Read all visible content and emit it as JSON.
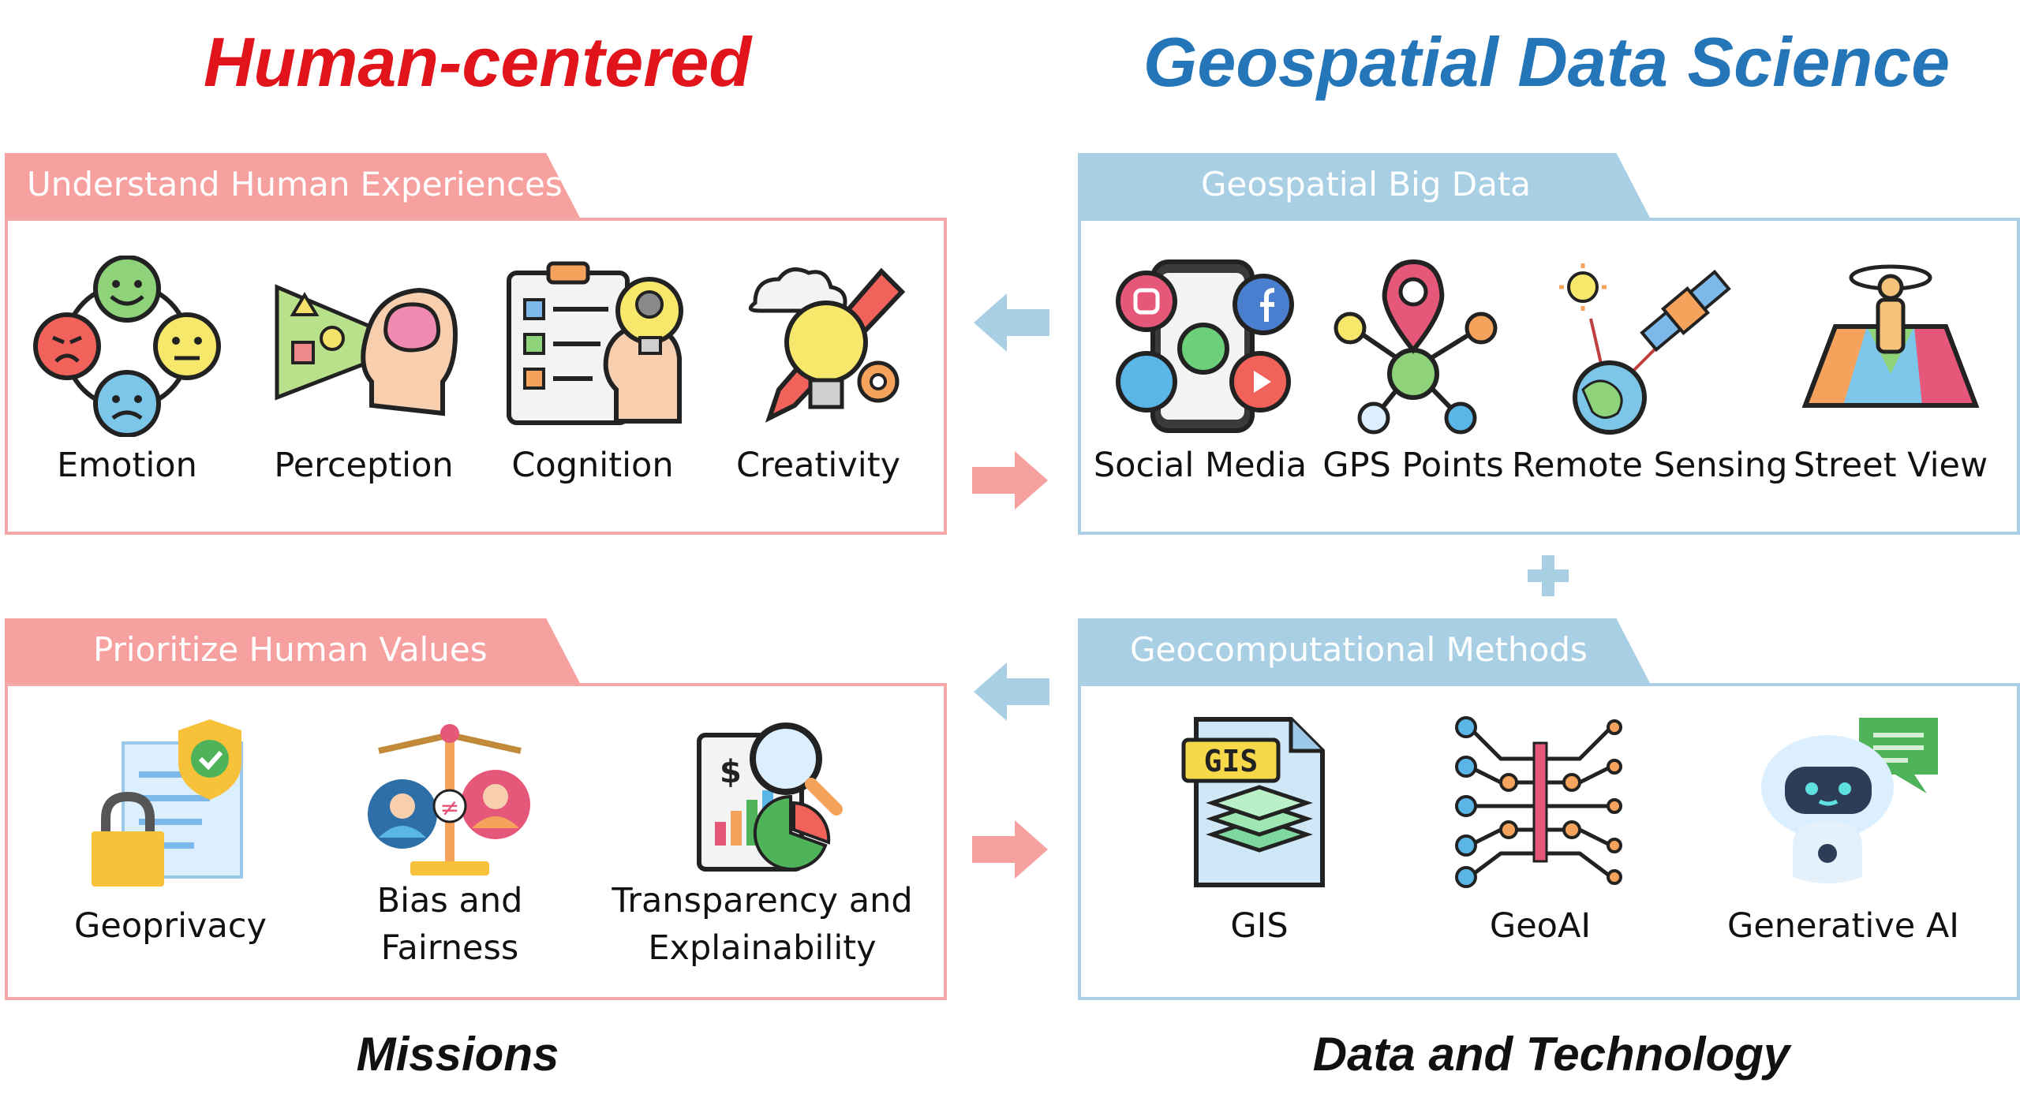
{
  "titles": {
    "left": "Human-centered",
    "right": "Geospatial Data Science",
    "missions": "Missions",
    "data_tech": "Data and Technology"
  },
  "panels": {
    "experiences": {
      "tab": "Understand Human Experiences",
      "items": [
        {
          "label": "Emotion",
          "icon": "emotion-faces-icon"
        },
        {
          "label": "Perception",
          "icon": "perception-head-icon"
        },
        {
          "label": "Cognition",
          "icon": "cognition-checklist-icon"
        },
        {
          "label": "Creativity",
          "icon": "creativity-bulb-icon"
        }
      ]
    },
    "bigdata": {
      "tab": "Geospatial Big Data",
      "items": [
        {
          "label": "Social Media",
          "icon": "social-media-phone-icon"
        },
        {
          "label": "GPS Points",
          "icon": "gps-pin-icon"
        },
        {
          "label": "Remote Sensing",
          "icon": "satellite-earth-icon"
        },
        {
          "label": "Street View",
          "icon": "street-view-map-icon"
        }
      ]
    },
    "values": {
      "tab": "Prioritize Human Values",
      "items": [
        {
          "label": "Geoprivacy",
          "icon": "privacy-lock-shield-icon"
        },
        {
          "label_lines": [
            "Bias and",
            "Fairness"
          ],
          "icon": "balance-scale-icon"
        },
        {
          "label_lines": [
            "Transparency and",
            "Explainability"
          ],
          "icon": "magnifier-report-icon"
        }
      ]
    },
    "methods": {
      "tab": "Geocomputational Methods",
      "items": [
        {
          "label": "GIS",
          "icon": "gis-layers-file-icon",
          "badge": "GIS"
        },
        {
          "label": "GeoAI",
          "icon": "neural-network-icon"
        },
        {
          "label": "Generative AI",
          "icon": "chat-robot-icon"
        }
      ]
    }
  },
  "colors": {
    "left_title": "#e0141a",
    "right_title": "#2576b8",
    "pink_panel": "#f6a0a0",
    "blue_panel": "#a9cfe4"
  }
}
